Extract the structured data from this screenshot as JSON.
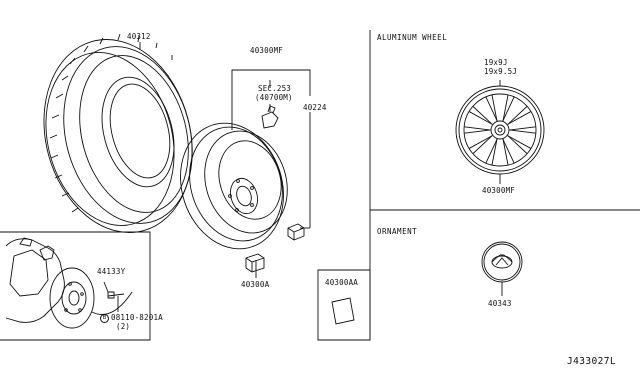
{
  "sections": {
    "aluminum_wheel_title": "ALUMINUM WHEEL",
    "ornament_title": "ORNAMENT"
  },
  "parts": {
    "tire": "40312",
    "wheel_assembly": "40300MF",
    "sec_ref": "SEC.253",
    "sec_ref_sub": "(40700M)",
    "wheel_nut": "40224",
    "balance_weight": "40300A",
    "valve_plate": "40300AA",
    "sensor": "44133Y",
    "bolt_code": "08110-8201A",
    "bolt_qty": "(2)",
    "bolt_symbol": "B",
    "alloy_size_1": "19x9J",
    "alloy_size_2": "19x9.5J",
    "alloy_wheel": "40300MF",
    "ornament": "40343"
  },
  "diagram_ref": "J433027L",
  "colors": {
    "line": "#111111",
    "background": "#ffffff"
  }
}
